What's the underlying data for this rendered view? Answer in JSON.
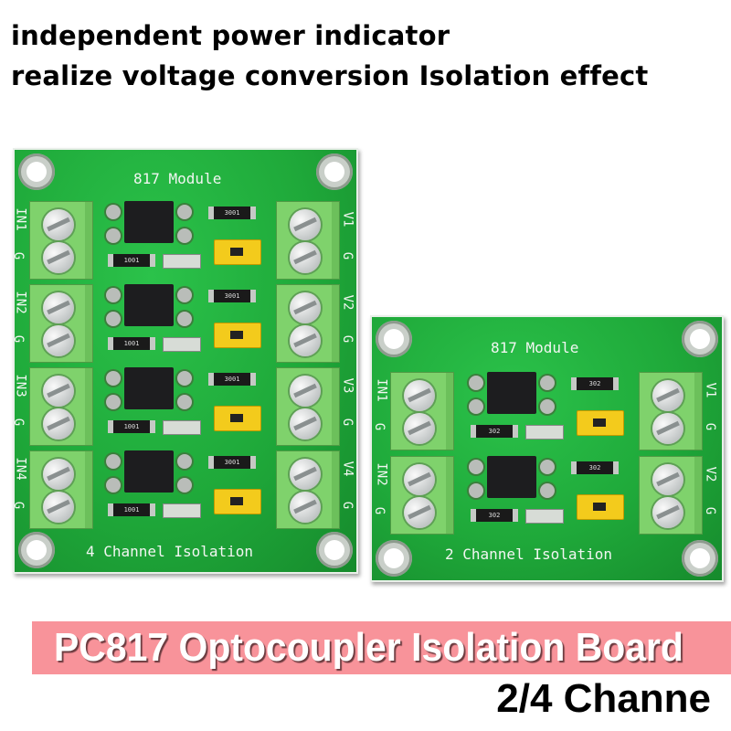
{
  "headlines": [
    "independent power indicator",
    "realize voltage conversion Isolation effect"
  ],
  "board4": {
    "title": "817 Module",
    "footer": "4 Channel Isolation",
    "channels": [
      {
        "in": "IN1",
        "out": "V1",
        "gnd": "G",
        "res_top": "3001",
        "res_bottom": "1001"
      },
      {
        "in": "IN2",
        "out": "V2",
        "gnd": "G",
        "res_top": "3001",
        "res_bottom": "1001"
      },
      {
        "in": "IN3",
        "out": "V3",
        "gnd": "G",
        "res_top": "3001",
        "res_bottom": "1001"
      },
      {
        "in": "IN4",
        "out": "V4",
        "gnd": "G",
        "res_top": "3001",
        "res_bottom": "1001"
      }
    ]
  },
  "board2": {
    "title": "817 Module",
    "footer": "2 Channel Isolation",
    "channels": [
      {
        "in": "IN1",
        "out": "V1",
        "gnd": "G",
        "res_top": "302",
        "res_bottom": "302"
      },
      {
        "in": "IN2",
        "out": "V2",
        "gnd": "G",
        "res_top": "302",
        "res_bottom": "302"
      }
    ]
  },
  "banner": {
    "title": "PC817 Optocoupler Isolation Board",
    "color": "#f8939a"
  },
  "subtitle": "2/4 Channe",
  "colors": {
    "pcb": "#1fa93a",
    "terminal": "#7fd26c",
    "jumper": "#f3cb1c"
  }
}
